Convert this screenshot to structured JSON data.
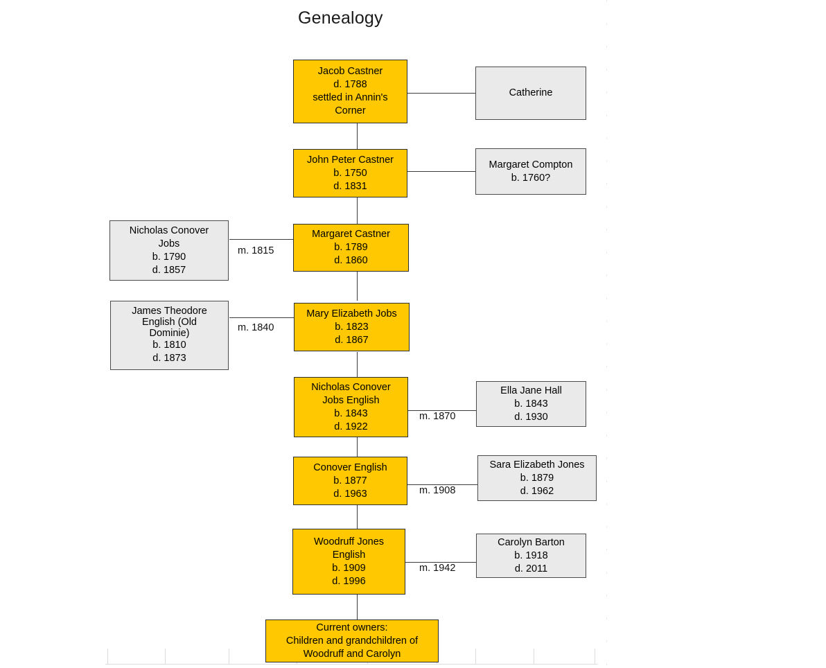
{
  "page": {
    "title": "Genealogy",
    "background": "#ffffff"
  },
  "colors": {
    "primary_fill": "#FFC800",
    "spouse_fill": "#EAEAEA",
    "border": "#3b3b3b",
    "connector": "#3a3a3a",
    "text": "#000000",
    "ruler": "#dcdcdc"
  },
  "generations": [
    {
      "id": "gen-1",
      "primary": {
        "name": "Jacob Castner",
        "lines": [
          "Jacob Castner",
          "d. 1788",
          "settled in Annin's",
          "Corner"
        ]
      },
      "spouse": {
        "name": "Catherine",
        "lines": [
          "Catherine"
        ]
      },
      "marriage_label": ""
    },
    {
      "id": "gen-2",
      "primary": {
        "name": "John Peter Castner",
        "lines": [
          "John  Peter Castner",
          "b. 1750",
          "d. 1831"
        ]
      },
      "spouse": {
        "name": "Margaret Compton",
        "lines": [
          "Margaret  Compton",
          "b. 1760?"
        ]
      },
      "marriage_label": ""
    },
    {
      "id": "gen-3",
      "primary": {
        "name": "Margaret Castner",
        "lines": [
          "Margaret  Castner",
          "b. 1789",
          "d. 1860"
        ]
      },
      "spouse": {
        "name": "Nicholas Conover Jobs",
        "lines": [
          "Nicholas  Conover",
          "Jobs",
          "b. 1790",
          "d. 1857"
        ]
      },
      "marriage_label": "m. 1815"
    },
    {
      "id": "gen-4",
      "primary": {
        "name": "Mary Elizabeth Jobs",
        "lines": [
          "Mary Elizabeth Jobs",
          "b. 1823",
          "d. 1867"
        ]
      },
      "spouse": {
        "name": "James Theodore English (Old Dominie)",
        "lines": [
          "James  Theodore",
          "English (Old",
          "Dominie)",
          "b. 1810",
          "d. 1873"
        ]
      },
      "marriage_label": "m. 1840"
    },
    {
      "id": "gen-5",
      "primary": {
        "name": "Nicholas Conover Jobs English",
        "lines": [
          "Nicholas  Conover",
          "Jobs English",
          "b. 1843",
          "d. 1922"
        ]
      },
      "spouse": {
        "name": "Ella Jane Hall",
        "lines": [
          "Ella Jane  Hall",
          "b. 1843",
          "d. 1930"
        ]
      },
      "marriage_label": "m. 1870"
    },
    {
      "id": "gen-6",
      "primary": {
        "name": "Conover English",
        "lines": [
          "Conover  English",
          "b. 1877",
          "d. 1963"
        ]
      },
      "spouse": {
        "name": "Sara Elizabeth Jones",
        "lines": [
          "Sara  Elizabeth Jones",
          "b. 1879",
          "d. 1962"
        ]
      },
      "marriage_label": "m. 1908"
    },
    {
      "id": "gen-7",
      "primary": {
        "name": "Woodruff Jones English",
        "lines": [
          "Woodruff  Jones",
          "English",
          "b. 1909",
          "d. 1996"
        ]
      },
      "spouse": {
        "name": "Carolyn Barton",
        "lines": [
          "Carolyn  Barton",
          "b. 1918",
          "d. 2011"
        ]
      },
      "marriage_label": "m. 1942"
    }
  ],
  "footer_node": {
    "name": "Current owners",
    "lines": [
      "Current  owners:",
      "Children and grandchildren  of",
      "Woodruff  and Carolyn"
    ]
  }
}
